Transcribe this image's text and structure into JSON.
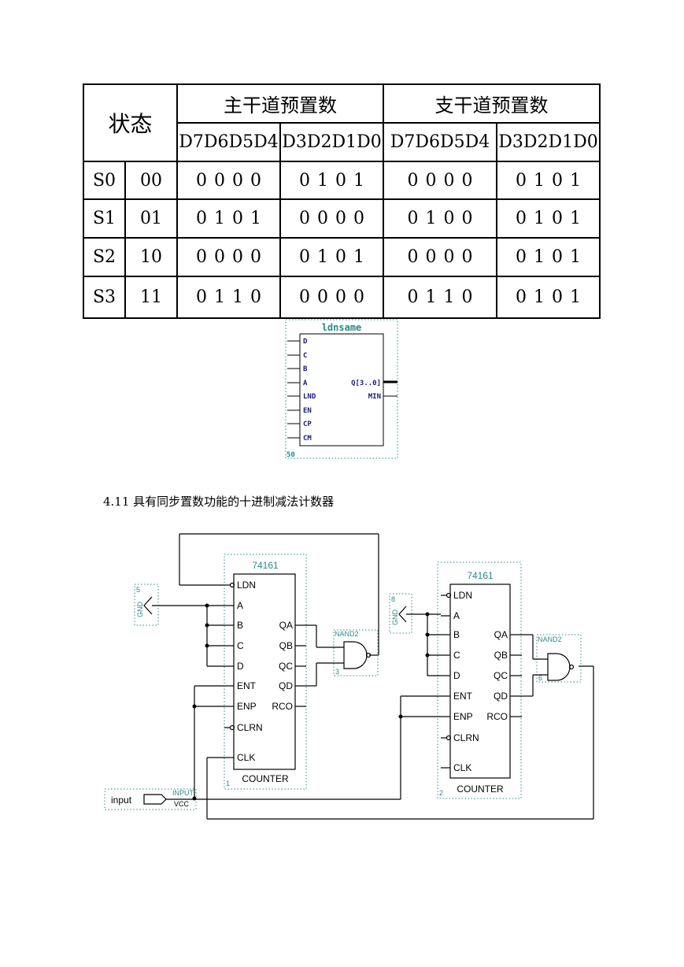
{
  "table": {
    "header": {
      "state": "状态",
      "main_road": "主干道预置数",
      "branch_road": "支干道预置数",
      "high_bits": "D7D6D5D4",
      "low_bits": "D3D2D1D0"
    },
    "rows": [
      {
        "state": "S0",
        "code": "00",
        "main_high": "0000",
        "main_low": "0101",
        "branch_high": "0000",
        "branch_low": "0101"
      },
      {
        "state": "S1",
        "code": "01",
        "main_high": "0101",
        "main_low": "0000",
        "branch_high": "0100",
        "branch_low": "0101"
      },
      {
        "state": "S2",
        "code": "10",
        "main_high": "0000",
        "main_low": "0101",
        "branch_high": "0000",
        "branch_low": "0101"
      },
      {
        "state": "S3",
        "code": "11",
        "main_high": "0110",
        "main_low": "0000",
        "branch_high": "0110",
        "branch_low": "0101"
      }
    ]
  },
  "ldnsame": {
    "title": "ldnsame",
    "inputs": [
      "D",
      "C",
      "B",
      "A",
      "LND",
      "EN",
      "CP",
      "CM"
    ],
    "outputs": [
      "Q[3..0]",
      "MIN"
    ],
    "instance": "50"
  },
  "caption": "4.11 具有同步置数功能的十进制减法计数器",
  "circuit": {
    "counter1": {
      "title": "74161",
      "inputs": [
        "LDN",
        "A",
        "B",
        "C",
        "D",
        "ENT",
        "ENP",
        "CLRN",
        "CLK"
      ],
      "outputs": [
        "QA",
        "QB",
        "QC",
        "QD",
        "RCO"
      ],
      "footer": "COUNTER",
      "instance": "1"
    },
    "counter2": {
      "title": "74161",
      "inputs": [
        "LDN",
        "A",
        "B",
        "C",
        "D",
        "ENT",
        "ENP",
        "CLRN",
        "CLK"
      ],
      "outputs": [
        "QA",
        "QB",
        "QC",
        "QD",
        "RCO"
      ],
      "footer": "COUNTER",
      "instance": "2"
    },
    "nand1": {
      "label": "NAND2",
      "instance": "3"
    },
    "nand2": {
      "label": "NAND2",
      "instance": "6"
    },
    "gnd1": {
      "label": "GND",
      "instance": "5"
    },
    "gnd2": {
      "label": "GND",
      "instance": "8"
    },
    "input": {
      "name": "input",
      "type": "INPUT",
      "level": "VCC"
    }
  }
}
